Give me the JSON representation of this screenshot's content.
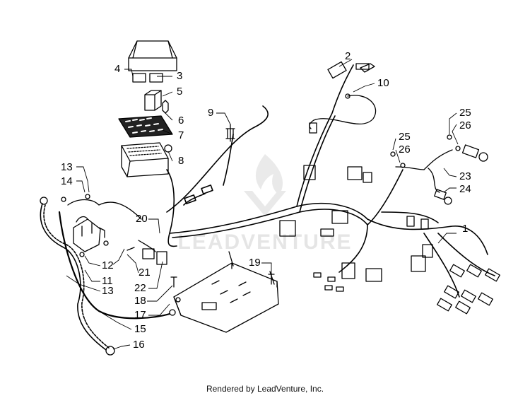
{
  "watermark": {
    "text": "LEADVENTURE"
  },
  "footer": {
    "text": "Rendered by LeadVenture, Inc."
  },
  "callouts": [
    "1",
    "2",
    "3",
    "4",
    "5",
    "6",
    "7",
    "8",
    "9",
    "10",
    "11",
    "12",
    "13",
    "13",
    "14",
    "15",
    "16",
    "17",
    "18",
    "19",
    "20",
    "21",
    "22",
    "23",
    "24",
    "25",
    "25",
    "26",
    "26"
  ]
}
